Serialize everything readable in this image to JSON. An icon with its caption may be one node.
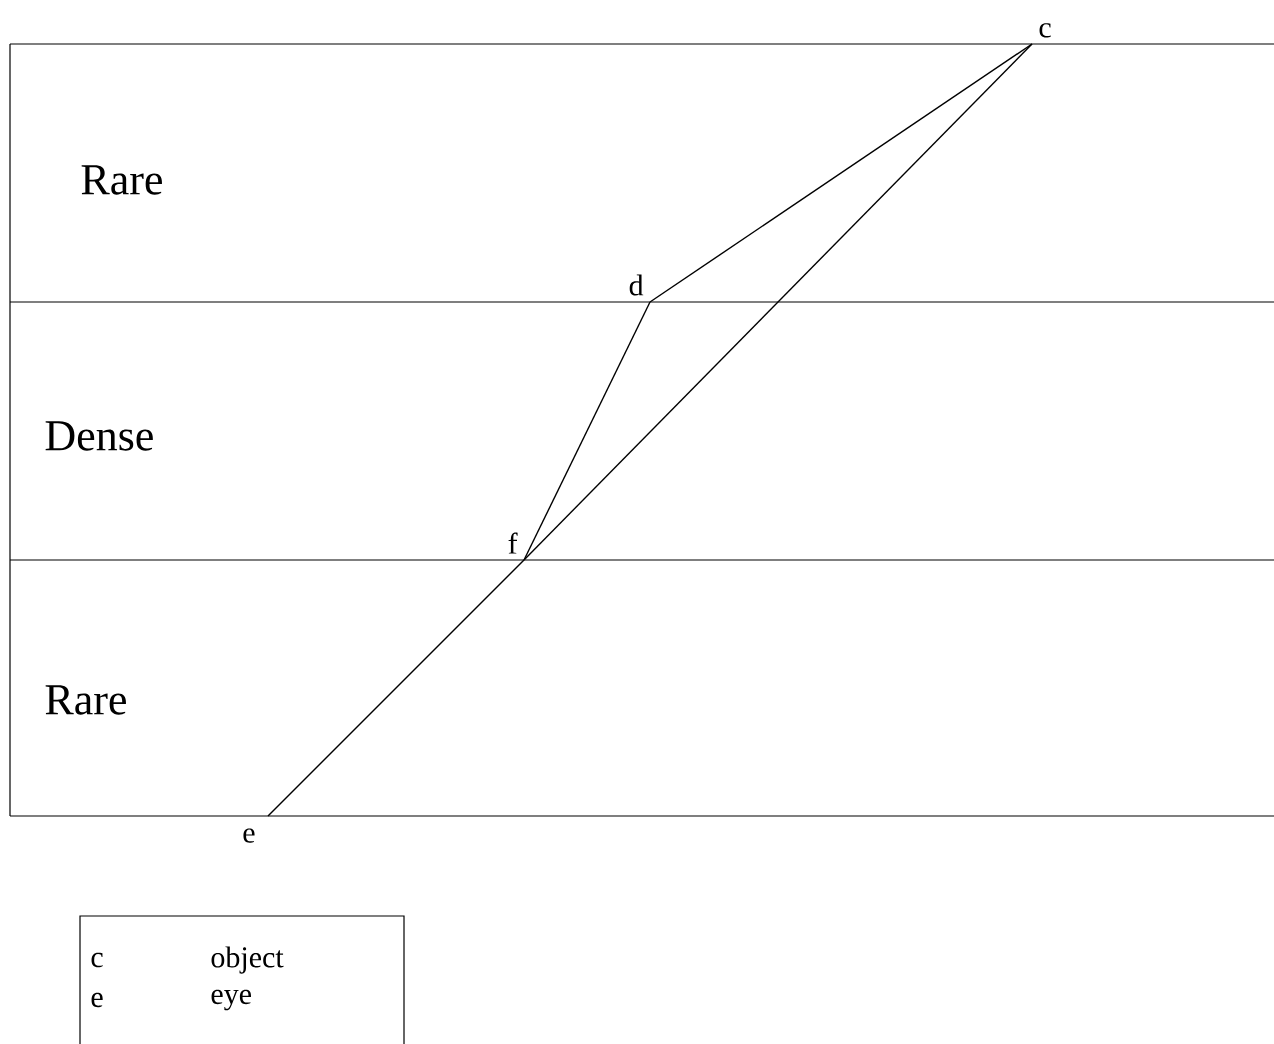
{
  "diagram": {
    "nodes": [
      {
        "text": [
          "c"
        ]
      },
      {
        "text": [
          "d"
        ]
      },
      {
        "text": [
          "f"
        ]
      },
      {
        "text": [
          "e"
        ]
      }
    ],
    "edges": [
      {
        "from": 0,
        "to": 1,
        "arrow": "none"
      },
      {
        "from": 1,
        "to": 2,
        "arrow": "none"
      },
      {
        "from": 0,
        "to": 2,
        "arrow": "none"
      },
      {
        "from": 2,
        "to": 3,
        "arrow": "none"
      }
    ],
    "labels": [
      "Rare",
      "Dense",
      "Rare",
      "c",
      "object",
      "e",
      "eye"
    ]
  }
}
